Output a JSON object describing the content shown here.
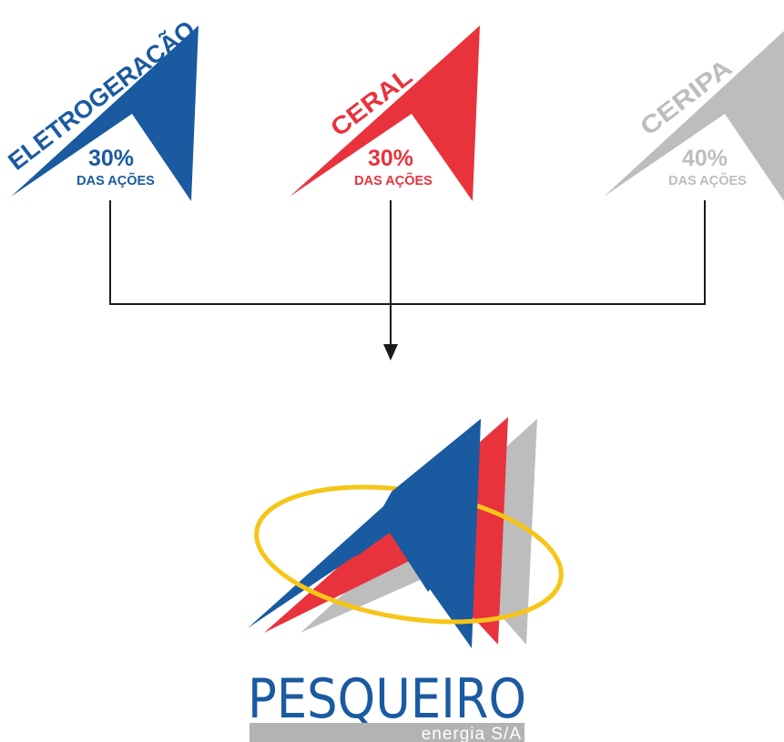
{
  "shareholders": [
    {
      "name": "ELETROGERAÇÃO",
      "share": "30%",
      "share_label": "DAS AÇÕES",
      "color": "#1a5aa0"
    },
    {
      "name": "CERAL",
      "share": "30%",
      "share_label": "DAS AÇÕES",
      "color": "#e8333c"
    },
    {
      "name": "CERIPA",
      "share": "40%",
      "share_label": "DAS AÇÕES",
      "color": "#bdbdbd"
    }
  ],
  "connector_color": "#1a1a1a",
  "result_company": {
    "name": "PESQUEIRO",
    "tagline": "energia S/A",
    "colors": {
      "blue": "#1a5aa0",
      "red": "#e8333c",
      "gray": "#bdbdbd",
      "orbit": "#f5c518",
      "wordmark": "#1a5aa0",
      "tagline_bar": "#b3b3b3",
      "tagline_text": "#ffffff"
    }
  }
}
